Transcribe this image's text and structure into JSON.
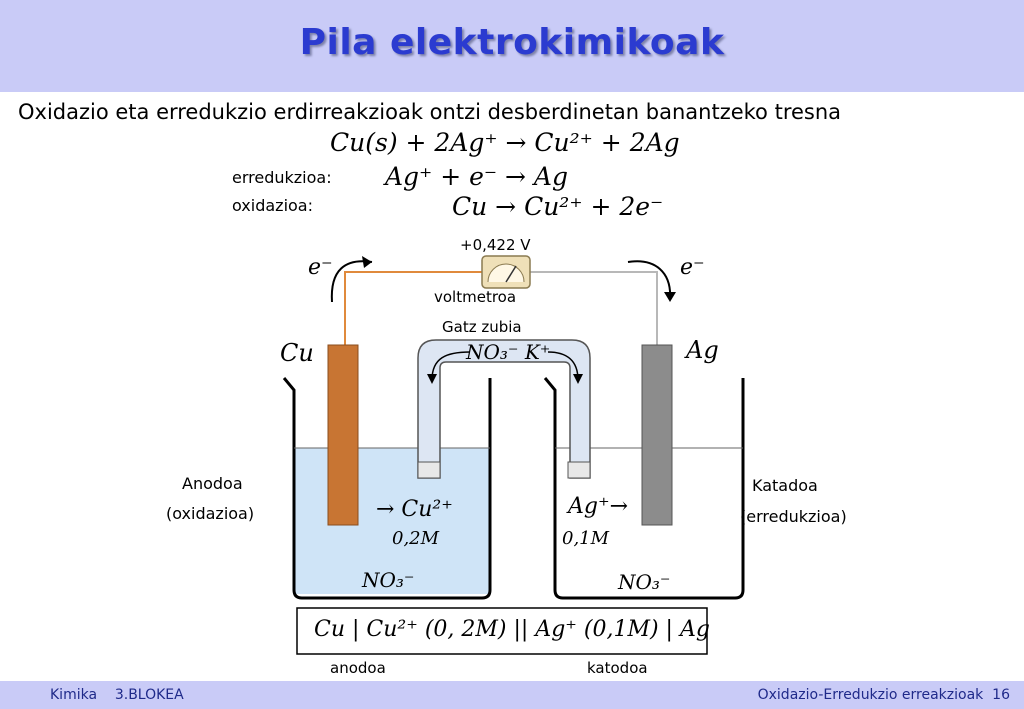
{
  "title": "Pila elektrokimikoak",
  "subtitle": "Oxidazio eta erredukzio erdirreakzioak ontzi desberdinetan banantzeko tresna",
  "equations": {
    "overall": "Cu(s) + 2Ag⁺ → Cu²⁺ + 2Ag",
    "reduction_label": "erredukzioa:",
    "reduction": "Ag⁺ + e⁻ → Ag",
    "oxidation_label": "oxidazioa:",
    "oxidation": "Cu → Cu²⁺ + 2e⁻"
  },
  "diagram": {
    "voltage": "+0,422 V",
    "voltmeter_label": "voltmetroa",
    "salt_bridge_label": "Gatz zubia",
    "salt_bridge_ions": "NO₃⁻  K⁺",
    "electron_left": "e⁻",
    "electron_right": "e⁻",
    "left_electrode": "Cu",
    "right_electrode": "Ag",
    "anode_label": "Anodoa",
    "anode_sub": "(oxidazioa)",
    "cathode_label": "Katadoa",
    "cathode_sub": "(erredukzioa)",
    "left_ion": "→ Cu²⁺",
    "left_conc": "0,2M",
    "left_anion": "NO₃⁻",
    "right_ion": "Ag⁺→",
    "right_conc": "0,1M",
    "right_anion": "NO₃⁻",
    "cell_notation": "Cu | Cu²⁺ (0, 2M) || Ag⁺ (0,1M) | Ag",
    "anode_bottom": "anodoa",
    "cathode_bottom": "katodoa"
  },
  "footer": {
    "left": "Kimika    3.BLOKEA",
    "right": "Oxidazio-Erredukzio erreakzioak  16"
  },
  "colors": {
    "header_bg": "#c9cbf7",
    "title": "#2b3bd0",
    "copper": "#c87533",
    "silver": "#8c8c8c",
    "solution": "#cfe4f7"
  }
}
